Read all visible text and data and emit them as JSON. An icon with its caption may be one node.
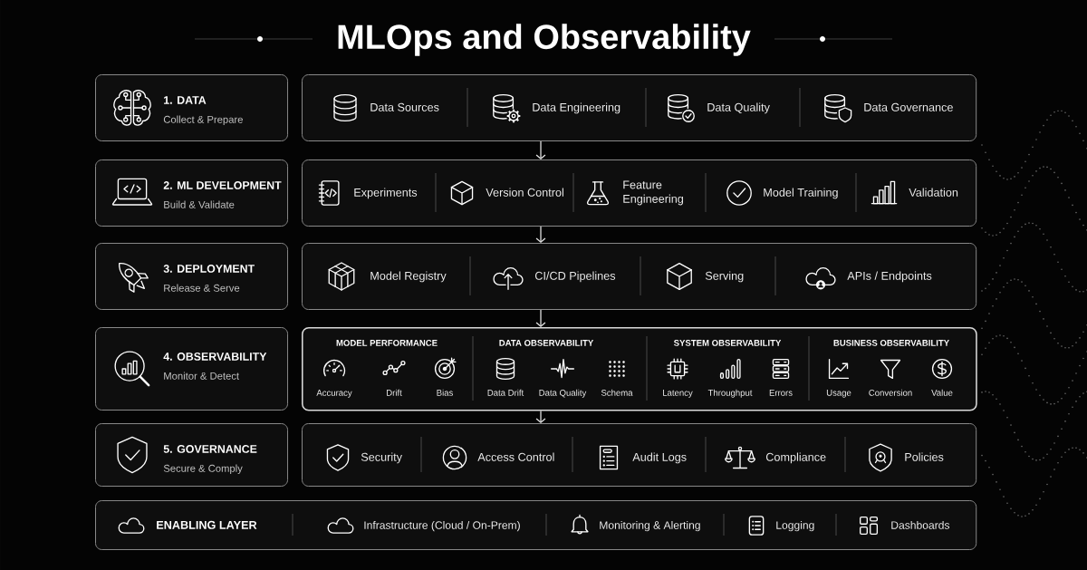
{
  "diagram": {
    "title": "MLOps and Observability",
    "nodes": [
      {
        "text": [
          "1. DATA",
          "Collect & Prepare"
        ]
      },
      {
        "text": [
          "Data Sources",
          "Data Engineering",
          "Data Quality",
          "Data Governance"
        ]
      },
      {
        "text": [
          "2. ML DEVELOPMENT",
          "Build & Validate"
        ]
      },
      {
        "text": [
          "Experiments",
          "Version Control",
          "Feature Engineering",
          "Model Training",
          "Validation"
        ]
      },
      {
        "text": [
          "3. DEPLOYMENT",
          "Release & Serve"
        ]
      },
      {
        "text": [
          "Model Registry",
          "CI/CD Pipelines",
          "Serving",
          "APIs / Endpoints"
        ]
      },
      {
        "text": [
          "4. OBSERVABILITY",
          "Monitor & Detect"
        ]
      },
      {
        "text": [
          "MODEL PERFORMANCE",
          "Accuracy",
          "Drift",
          "Bias",
          "DATA OBSERVABILITY",
          "Data Drift",
          "Data Quality",
          "Schema",
          "SYSTEM OBSERVABILITY",
          "Latency",
          "Throughput",
          "Errors",
          "BUSINESS OBSERVABILITY",
          "Usage",
          "Conversion",
          "Value"
        ]
      },
      {
        "text": [
          "5. GOVERNANCE",
          "Secure & Comply"
        ]
      },
      {
        "text": [
          "Security",
          "Access Control",
          "Audit Logs",
          "Compliance",
          "Policies"
        ]
      },
      {
        "text": [
          "ENABLING LAYER",
          "Infrastructure (Cloud / On-Prem)",
          "Monitoring & Alerting",
          "Logging",
          "Dashboards"
        ]
      }
    ],
    "edges": [
      {
        "from": 1,
        "to": 3,
        "arrow": "to"
      },
      {
        "from": 3,
        "to": 5,
        "arrow": "to"
      },
      {
        "from": 5,
        "to": 7,
        "arrow": "to"
      },
      {
        "from": 7,
        "to": 9,
        "arrow": "to"
      }
    ]
  }
}
